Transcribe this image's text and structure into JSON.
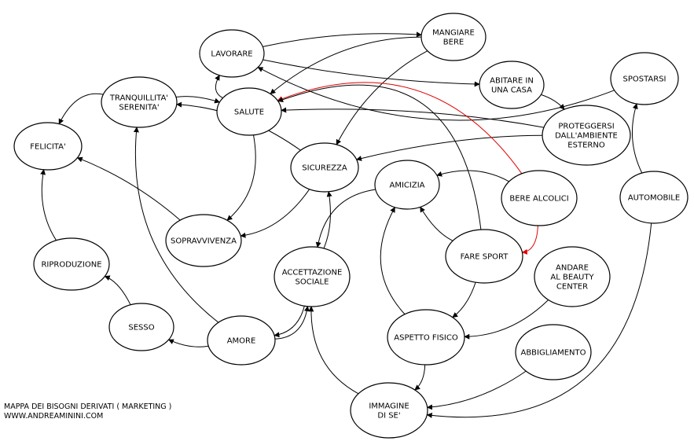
{
  "caption": {
    "line1": "MAPPA DEI BISOGNI DERIVATI ( MARKETING )",
    "line2": "WWW.ANDREAMININI.COM"
  },
  "nodes": [
    {
      "id": "lavorare",
      "label": [
        "LAVORARE"
      ]
    },
    {
      "id": "mangiare",
      "label": [
        "MANGIARE",
        "BERE"
      ]
    },
    {
      "id": "abitare",
      "label": [
        "ABITARE IN",
        "UNA CASA"
      ]
    },
    {
      "id": "spostarsi",
      "label": [
        "SPOSTARSI"
      ]
    },
    {
      "id": "tranquillita",
      "label": [
        "TRANQUILLITA'",
        "SERENITA'"
      ]
    },
    {
      "id": "salute",
      "label": [
        "SALUTE"
      ]
    },
    {
      "id": "proteggersi",
      "label": [
        "PROTEGGERSI",
        "DALL'AMBIENTE",
        "ESTERNO"
      ]
    },
    {
      "id": "felicita",
      "label": [
        "FELICITA'"
      ]
    },
    {
      "id": "sicurezza",
      "label": [
        "SICUREZZA"
      ]
    },
    {
      "id": "amicizia",
      "label": [
        "AMICIZIA"
      ]
    },
    {
      "id": "bere_alcolici",
      "label": [
        "BERE ALCOLICI"
      ]
    },
    {
      "id": "automobile",
      "label": [
        "AUTOMOBILE"
      ]
    },
    {
      "id": "sopravvivenza",
      "label": [
        "SOPRAVVIVENZA"
      ]
    },
    {
      "id": "riproduzione",
      "label": [
        "RIPRODUZIONE"
      ]
    },
    {
      "id": "fare_sport",
      "label": [
        "FARE SPORT"
      ]
    },
    {
      "id": "andare_beauty",
      "label": [
        "ANDARE",
        "AL BEAUTY",
        "CENTER"
      ]
    },
    {
      "id": "accettazione",
      "label": [
        "ACCETTAZIONE",
        "SOCIALE"
      ]
    },
    {
      "id": "sesso",
      "label": [
        "SESSO"
      ]
    },
    {
      "id": "amore",
      "label": [
        "AMORE"
      ]
    },
    {
      "id": "aspetto_fisico",
      "label": [
        "ASPETTO FISICO"
      ]
    },
    {
      "id": "abbigliamento",
      "label": [
        "ABBIGLIAMENTO"
      ]
    },
    {
      "id": "immagine",
      "label": [
        "IMMAGINE",
        "DI SE'"
      ]
    }
  ],
  "edges": [
    {
      "from": "spostarsi",
      "to": "lavorare",
      "color": "#000000"
    },
    {
      "from": "lavorare",
      "to": "mangiare",
      "color": "#000000"
    },
    {
      "from": "lavorare",
      "to": "abitare",
      "color": "#000000"
    },
    {
      "from": "mangiare",
      "to": "salute",
      "color": "#000000"
    },
    {
      "from": "mangiare",
      "to": "sicurezza",
      "color": "#000000"
    },
    {
      "from": "abitare",
      "to": "proteggersi",
      "color": "#000000"
    },
    {
      "from": "salute",
      "to": "lavorare",
      "color": "#000000"
    },
    {
      "from": "tranquillita",
      "to": "salute",
      "color": "#000000"
    },
    {
      "from": "tranquillita",
      "to": "felicita",
      "color": "#000000"
    },
    {
      "from": "proteggersi",
      "to": "salute",
      "color": "#000000"
    },
    {
      "from": "proteggersi",
      "to": "sicurezza",
      "color": "#000000"
    },
    {
      "from": "bere_alcolici",
      "to": "salute",
      "color": "#e00000"
    },
    {
      "from": "bere_alcolici",
      "to": "fare_sport",
      "color": "#e00000"
    },
    {
      "from": "bere_alcolici",
      "to": "amicizia",
      "color": "#000000"
    },
    {
      "from": "sicurezza",
      "to": "tranquillita",
      "color": "#000000"
    },
    {
      "from": "salute",
      "to": "sopravvivenza",
      "color": "#000000"
    },
    {
      "from": "sicurezza",
      "to": "sopravvivenza",
      "color": "#000000"
    },
    {
      "from": "sopravvivenza",
      "to": "felicita",
      "color": "#000000"
    },
    {
      "from": "riproduzione",
      "to": "felicita",
      "color": "#000000"
    },
    {
      "from": "sesso",
      "to": "riproduzione",
      "color": "#000000"
    },
    {
      "from": "amore",
      "to": "sesso",
      "color": "#000000"
    },
    {
      "from": "amore",
      "to": "tranquillita",
      "color": "#000000"
    },
    {
      "from": "amore",
      "to": "accettazione",
      "color": "#000000"
    },
    {
      "from": "accettazione",
      "to": "amore",
      "color": "#000000"
    },
    {
      "from": "accettazione",
      "to": "sicurezza",
      "color": "#000000"
    },
    {
      "from": "amicizia",
      "to": "accettazione",
      "color": "#000000"
    },
    {
      "from": "fare_sport",
      "to": "amicizia",
      "color": "#000000"
    },
    {
      "from": "fare_sport",
      "to": "salute",
      "color": "#000000"
    },
    {
      "from": "fare_sport",
      "to": "aspetto_fisico",
      "color": "#000000"
    },
    {
      "from": "andare_beauty",
      "to": "aspetto_fisico",
      "color": "#000000"
    },
    {
      "from": "aspetto_fisico",
      "to": "amicizia",
      "color": "#000000"
    },
    {
      "from": "aspetto_fisico",
      "to": "immagine",
      "color": "#000000"
    },
    {
      "from": "abbigliamento",
      "to": "immagine",
      "color": "#000000"
    },
    {
      "from": "immagine",
      "to": "accettazione",
      "color": "#000000"
    },
    {
      "from": "automobile",
      "to": "immagine",
      "color": "#000000"
    },
    {
      "from": "automobile",
      "to": "spostarsi",
      "color": "#000000"
    }
  ]
}
